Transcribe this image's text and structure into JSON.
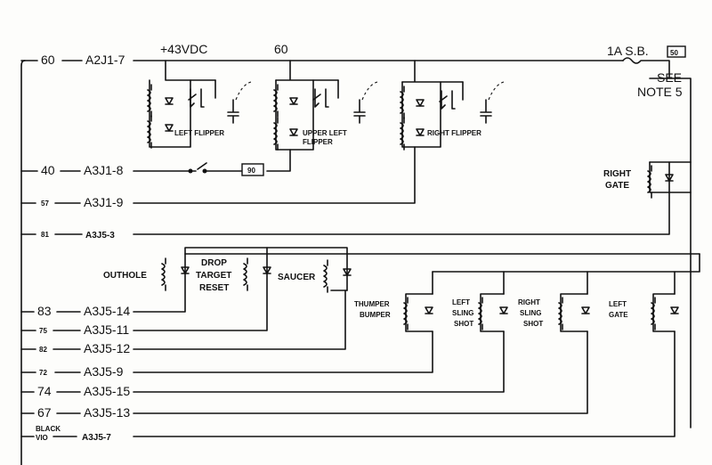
{
  "wires": [
    {
      "code": "60",
      "connector": "A2J1-7"
    },
    {
      "code": "40",
      "connector": "A3J1-8"
    },
    {
      "code": "57",
      "connector": "A3J1-9"
    },
    {
      "code": "81",
      "connector": "A3J5-3"
    },
    {
      "code": "83",
      "connector": "A3J5-14"
    },
    {
      "code": "75",
      "connector": "A3J5-11"
    },
    {
      "code": "82",
      "connector": "A3J5-12"
    },
    {
      "code": "72",
      "connector": "A3J5-9"
    },
    {
      "code": "74",
      "connector": "A3J5-15"
    },
    {
      "code": "67",
      "connector": "A3J5-13"
    },
    {
      "code": "VIO",
      "connector": "A3J5-7",
      "color_label": "BLACK"
    }
  ],
  "supply": {
    "label": "+43VDC",
    "wire_mid": "60"
  },
  "fuse": {
    "label": "1A S.B.",
    "box": "50"
  },
  "note": {
    "line1": "SEE",
    "line2": "NOTE 5"
  },
  "switch_box": "90",
  "coils": {
    "left_flipper": "LEFT FLIPPER",
    "upper_left_flipper_1": "UPPER LEFT",
    "upper_left_flipper_2": "FLIPPER",
    "right_flipper": "RIGHT FLIPPER",
    "right_gate_1": "RIGHT",
    "right_gate_2": "GATE",
    "outhole": "OUTHOLE",
    "drop_target_1": "DROP",
    "drop_target_2": "TARGET",
    "drop_target_3": "RESET",
    "saucer": "SAUCER",
    "thumper_1": "THUMPER",
    "thumper_2": "BUMPER",
    "left_sling_1": "LEFT",
    "left_sling_2": "SLING",
    "left_sling_3": "SHOT",
    "right_sling_1": "RIGHT",
    "right_sling_2": "SLING",
    "right_sling_3": "SHOT",
    "left_gate_1": "LEFT",
    "left_gate_2": "GATE"
  }
}
